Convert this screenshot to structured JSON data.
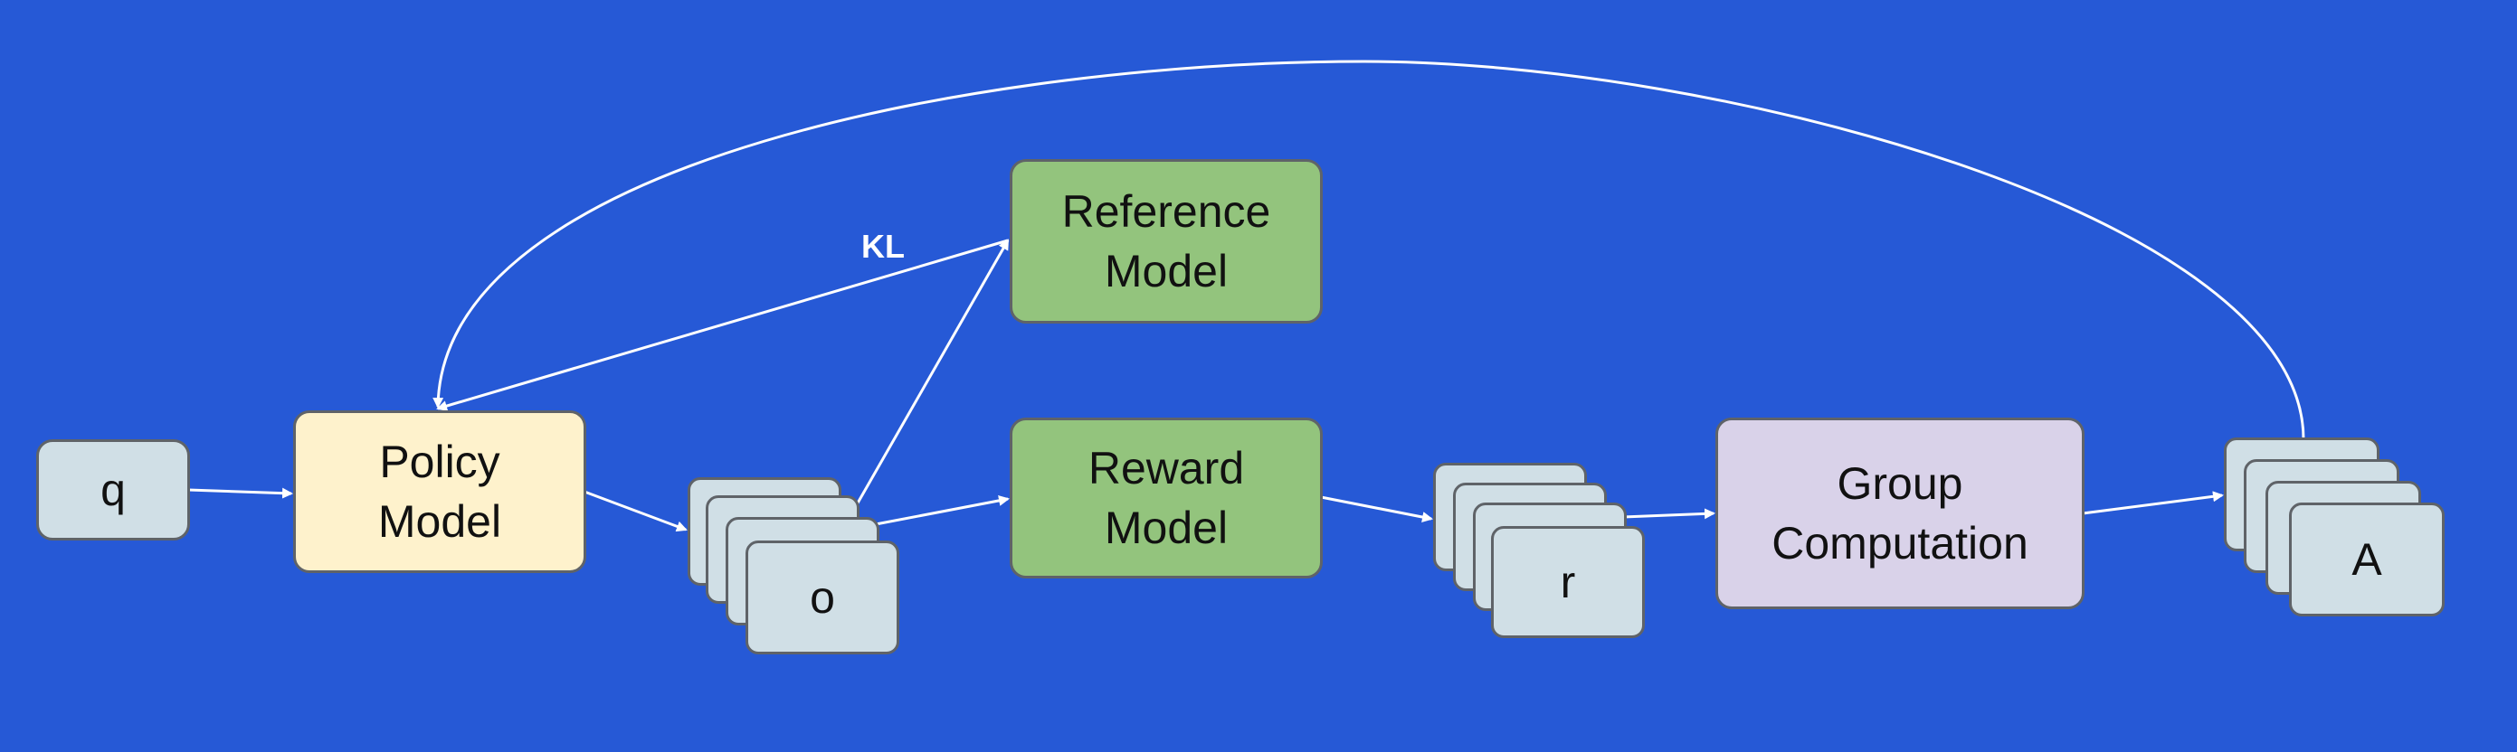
{
  "nodes": {
    "q": "q",
    "policy": "Policy\nModel",
    "o": "o",
    "reference": "Reference\nModel",
    "reward": "Reward\nModel",
    "r": "r",
    "group": "Group\nComputation",
    "a": "A"
  },
  "edges": {
    "kl_label": "KL"
  },
  "colors": {
    "background": "#2659d6",
    "policy_fill": "#fef2cc",
    "model_fill": "#93c47d",
    "group_fill": "#d9d2e9",
    "token_fill": "#d0dfe6",
    "arrow": "#ffffff"
  }
}
